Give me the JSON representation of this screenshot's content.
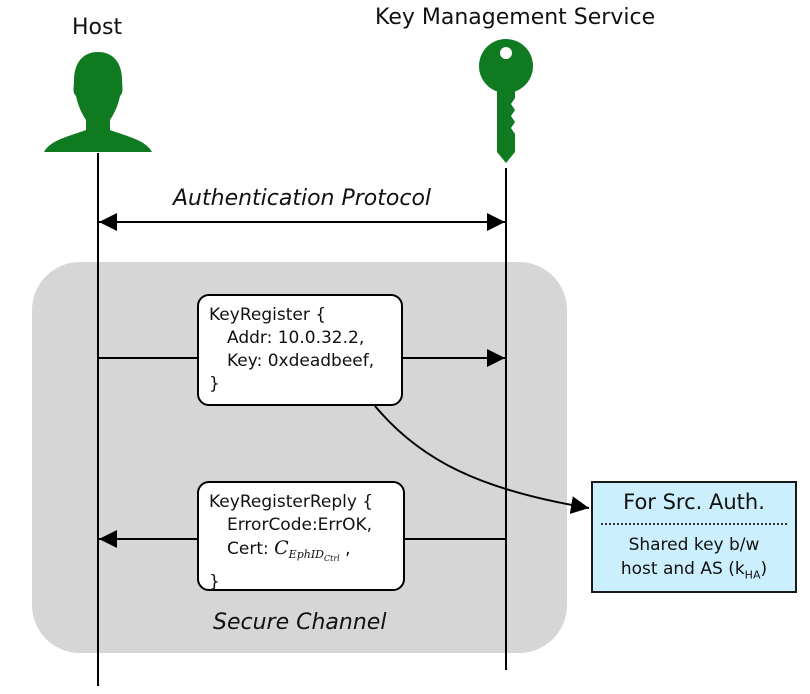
{
  "actors": {
    "host": "Host",
    "kms": "Key Management Service"
  },
  "labels": {
    "auth_protocol": "Authentication Protocol",
    "secure_channel": "Secure Channel"
  },
  "register_msg": {
    "line1": "KeyRegister {",
    "line2": "Addr: 10.0.32.2,",
    "line3": "Key: 0xdeadbeef,",
    "line4": "}"
  },
  "reply_msg": {
    "line1": "KeyRegisterReply {",
    "line2": "ErrorCode:ErrOK,",
    "line3_prefix": "Cert:",
    "cert_symbol": "C",
    "cert_sub": "EphID",
    "cert_subsub": "Ctrl",
    "line3_suffix": ",",
    "line4": "}"
  },
  "note": {
    "title": "For Src. Auth.",
    "body_line1": "Shared key b/w",
    "body_line2_prefix": "host and AS (k",
    "body_line2_sub": "HA",
    "body_line2_suffix": ")"
  },
  "colors": {
    "actor_green": "#0f7a1f",
    "channel_gray": "#d6d6d6",
    "note_blue": "#cbeffc"
  },
  "icons": {
    "host": "person-icon",
    "kms": "key-icon"
  }
}
